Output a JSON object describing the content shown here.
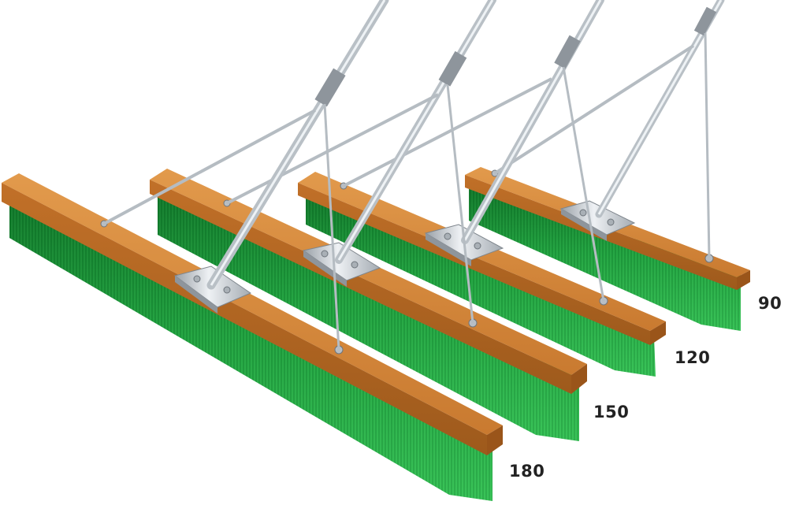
{
  "sizes": [
    {
      "label": "180"
    },
    {
      "label": "150"
    },
    {
      "label": "120"
    },
    {
      "label": "90"
    }
  ],
  "colors": {
    "wood_top": "#D98A3C",
    "wood_side": "#B86A24",
    "wood_end": "#9A551A",
    "bristle": "#1E9E3C",
    "bristle_dark": "#0F7A2A",
    "bristle_light": "#3CC35A",
    "metal": "#C9CED3",
    "metal_dark": "#8E959C",
    "label_text": "#222222"
  }
}
